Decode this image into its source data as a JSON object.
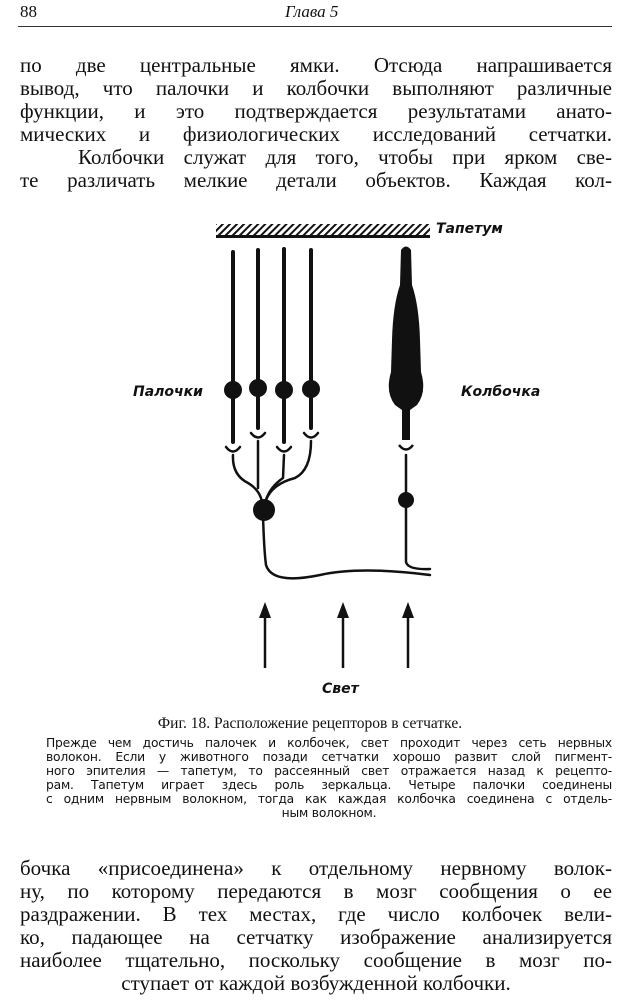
{
  "header": {
    "page_number": "88",
    "chapter": "Глава 5"
  },
  "top_paragraph": [
    "по две центральные ямки. Отсюда напрашивается",
    "вывод, что палочки и колбочки выполняют различные",
    "функции, и это подтверждается результатами анато-",
    "мических и физиологических исследований сетчатки.",
    "   Колбочки служат для того, чтобы при ярком све-",
    "те различать мелкие детали объектов. Каждая кол-"
  ],
  "figure": {
    "labels": {
      "tapetum": "Тапетум",
      "rods": "Палочки",
      "cone": "Колбочка",
      "light": "Свет"
    },
    "title": "Фиг. 18. Расположение рецепторов в сетчатке.",
    "caption": [
      "Прежде чем достичь палочек и колбочек, свет проходит через сеть нервных",
      "волокон. Если у животного позади сетчатки хорошо развит слой пигмент-",
      "ного эпителия — тапетум, то рассеянный свет отражается назад к рецепто-",
      "рам. Тапетум играет здесь роль зеркальца. Четыре палочки соединены",
      "с одним нервным волокном, тогда как каждая колбочка соединена с отдель-",
      "ным волокном."
    ]
  },
  "bottom_paragraph": [
    "бочка «присоединена» к отдельному нервному волок-",
    "ну, по которому передаются в мозг сообщения о ее",
    "раздражении. В тех местах, где число колбочек вели-",
    "ко, падающее на сетчатку изображение анализируется",
    "наиболее тщательно, поскольку сообщение в мозг по-",
    "ступает от каждой возбужденной колбочки."
  ]
}
